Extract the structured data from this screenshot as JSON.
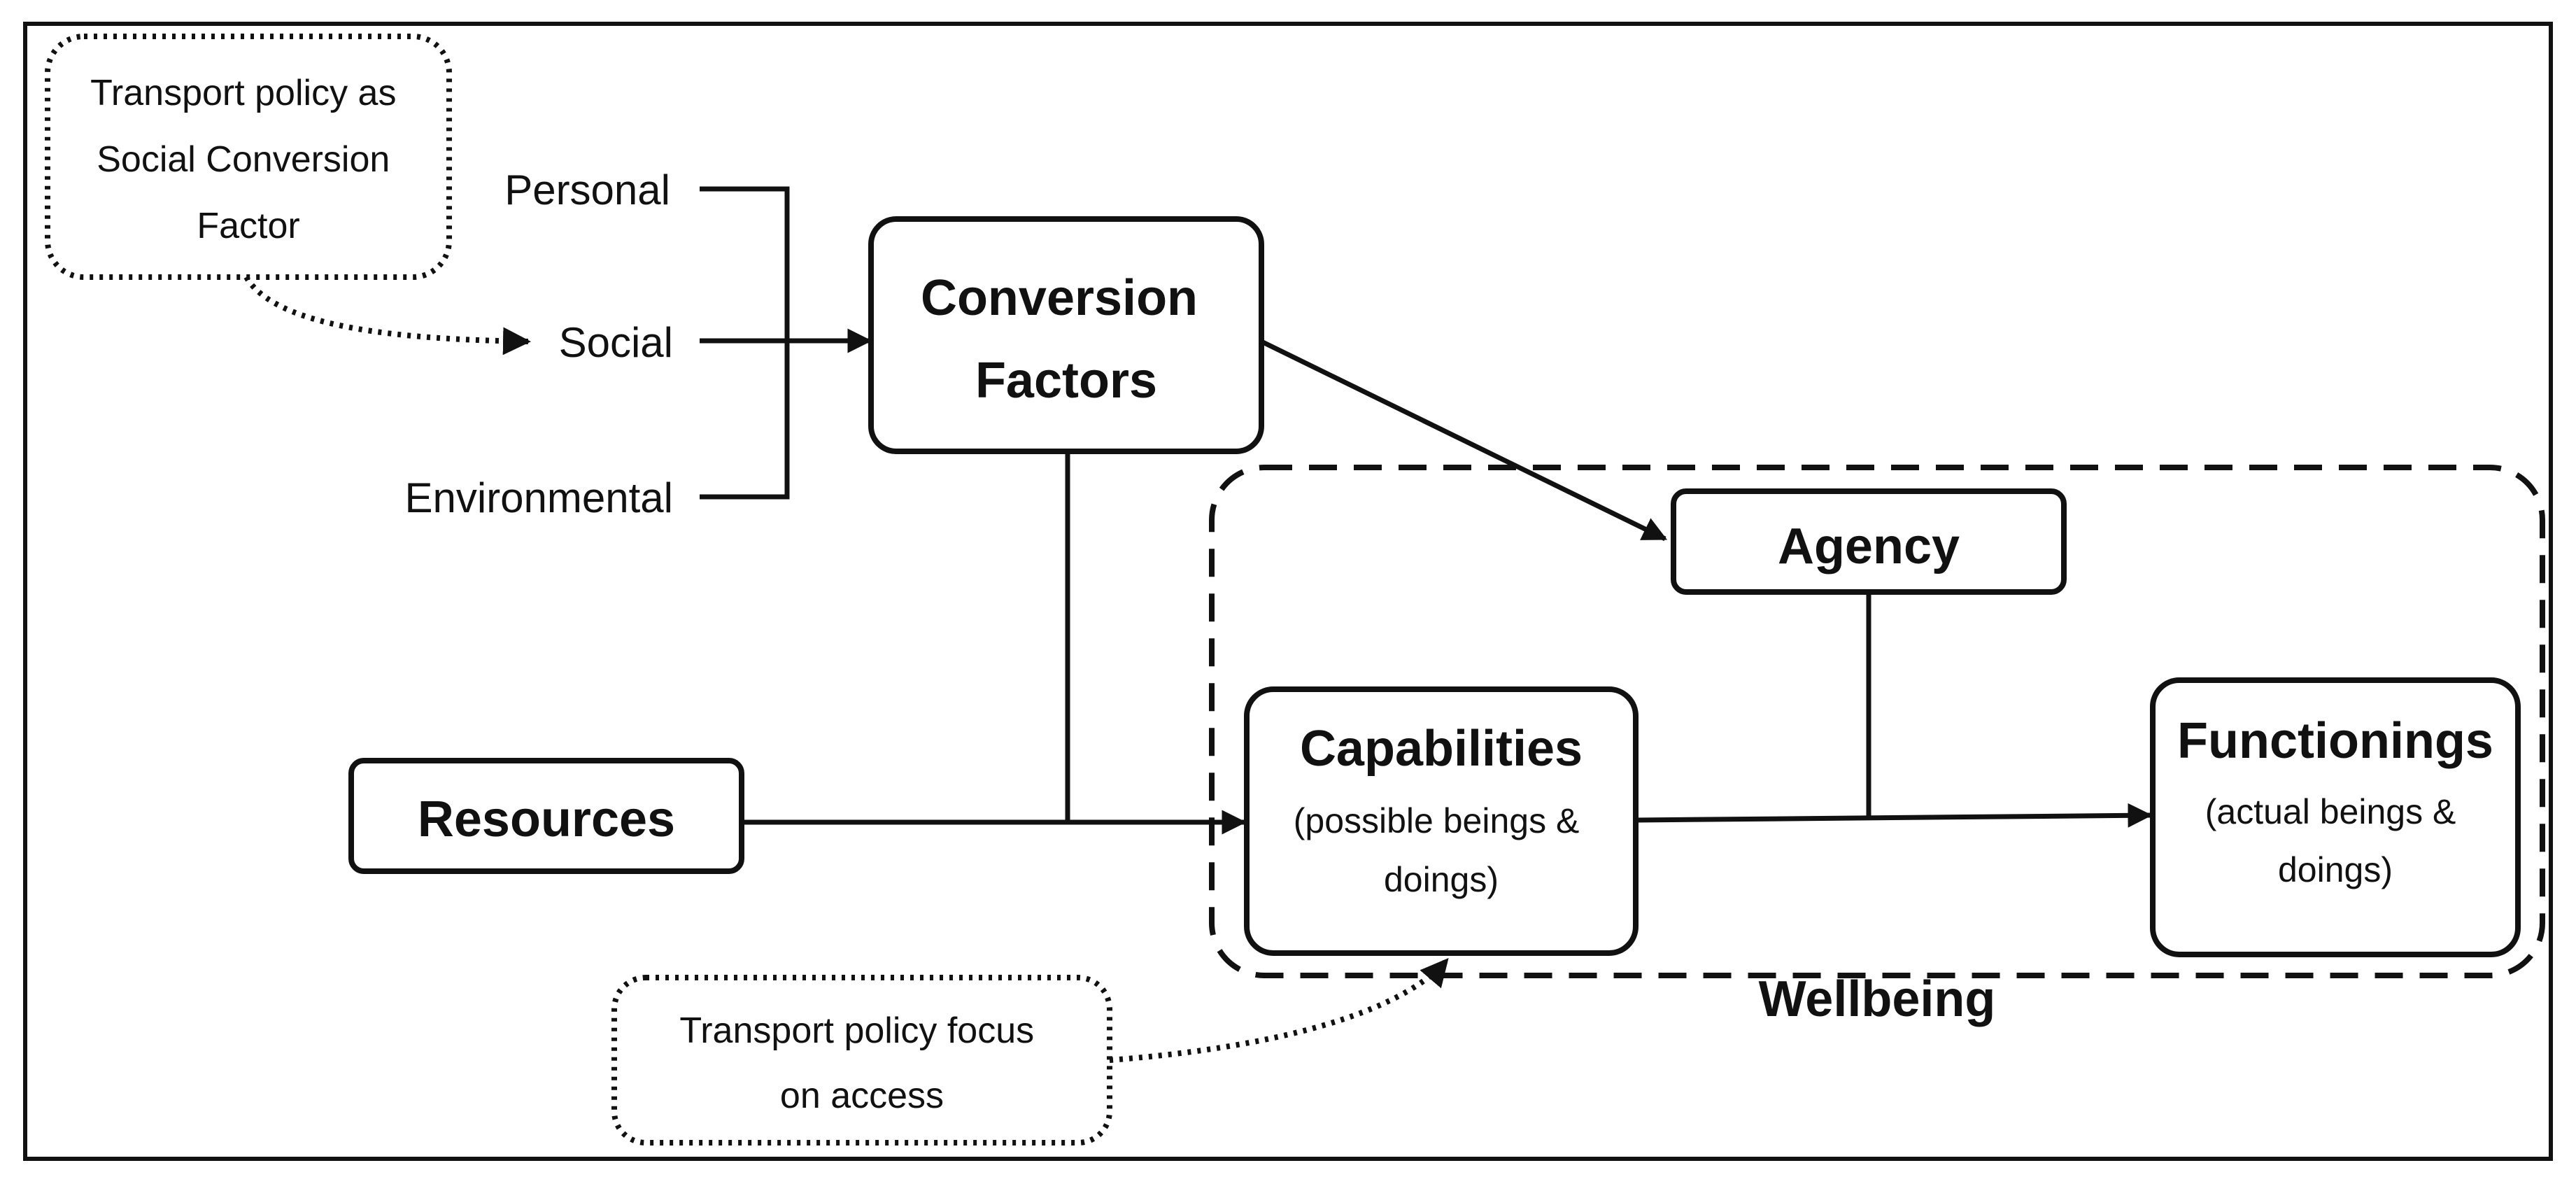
{
  "note_social": {
    "lines": [
      "Transport policy as",
      "Social Conversion",
      "Factor"
    ]
  },
  "inputs": {
    "personal": "Personal",
    "social": "Social",
    "environmental": "Environmental"
  },
  "conversion_factors": {
    "lines": [
      "Conversion",
      "Factors"
    ]
  },
  "agency": "Agency",
  "resources": "Resources",
  "capabilities": {
    "title": "Capabilities",
    "sub": [
      "(possible beings &",
      "doings)"
    ]
  },
  "functionings": {
    "title": "Functionings",
    "sub": [
      "(actual beings &",
      "doings)"
    ]
  },
  "wellbeing": "Wellbeing",
  "note_access": {
    "lines": [
      "Transport policy focus",
      "on access"
    ]
  }
}
